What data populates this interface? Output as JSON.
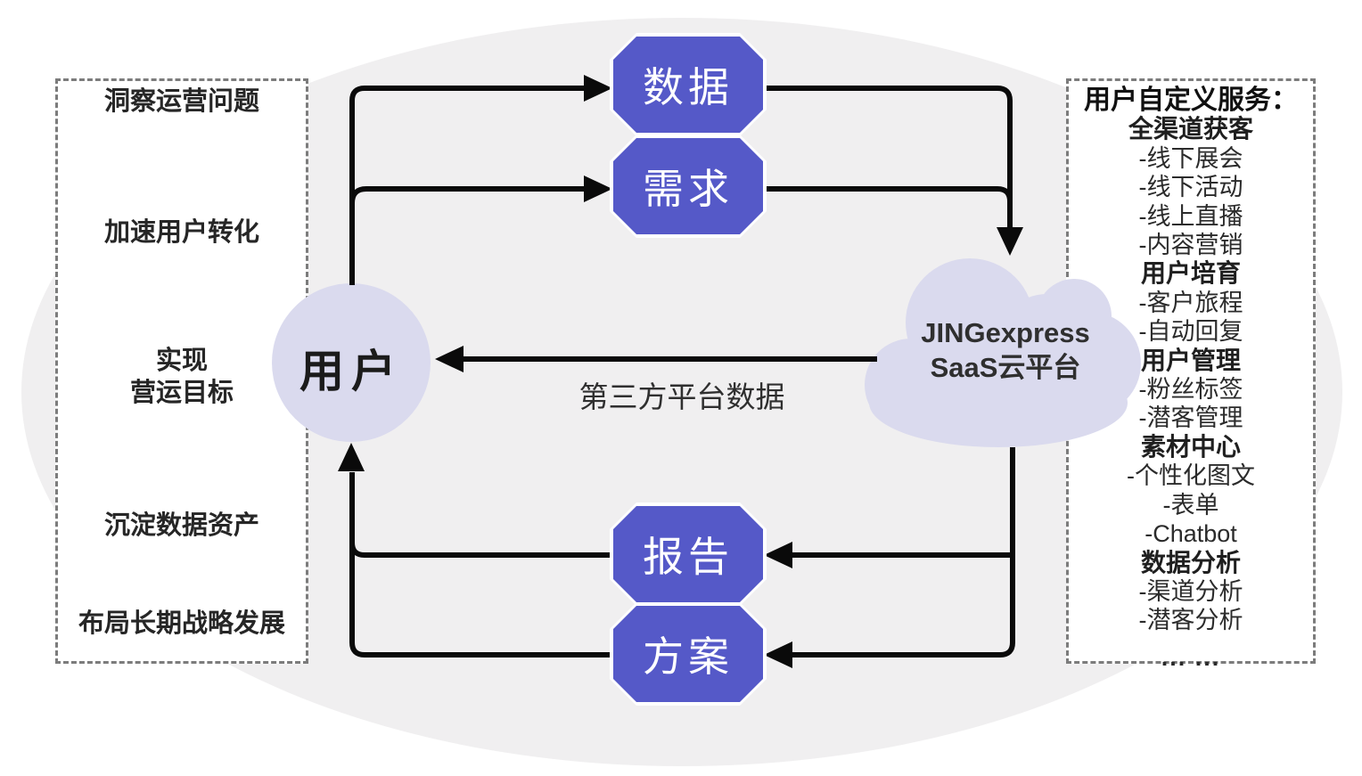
{
  "colors": {
    "ellipse_bg": "#f0eff0",
    "node_purple": "#5559c8",
    "lavender": "#dadaee",
    "arrow_black": "#0a0a0a",
    "dash_gray": "#7c7c7c"
  },
  "left_panel": {
    "items": [
      "洞察运营问题",
      "加速用户转化",
      "实现\n营运目标",
      "沉淀数据资产",
      "布局长期战略发展"
    ]
  },
  "center": {
    "user_label": "用户",
    "cloud_label": "JINGexpress\nSaaS云平台",
    "third_party_label": "第三方平台数据",
    "nodes": [
      "数据",
      "需求",
      "报告",
      "方案"
    ]
  },
  "right_panel": {
    "lines": [
      {
        "text": "用户自定义服务：",
        "cls": "title"
      },
      {
        "text": "全渠道获客",
        "cls": "head"
      },
      {
        "text": "-线下展会",
        "cls": ""
      },
      {
        "text": "-线下活动",
        "cls": ""
      },
      {
        "text": "-线上直播",
        "cls": ""
      },
      {
        "text": "-内容营销",
        "cls": ""
      },
      {
        "text": "用户培育",
        "cls": "head"
      },
      {
        "text": "-客户旅程",
        "cls": ""
      },
      {
        "text": "-自动回复",
        "cls": ""
      },
      {
        "text": "用户管理",
        "cls": "head"
      },
      {
        "text": "-粉丝标签",
        "cls": ""
      },
      {
        "text": "-潜客管理",
        "cls": ""
      },
      {
        "text": "素材中心",
        "cls": "head"
      },
      {
        "text": "-个性化图文",
        "cls": ""
      },
      {
        "text": "-表单",
        "cls": ""
      },
      {
        "text": "-Chatbot",
        "cls": ""
      },
      {
        "text": "数据分析",
        "cls": "head"
      },
      {
        "text": "-渠道分析",
        "cls": ""
      },
      {
        "text": "-潜客分析",
        "cls": ""
      },
      {
        "text": "... ...",
        "cls": "dots"
      }
    ]
  }
}
